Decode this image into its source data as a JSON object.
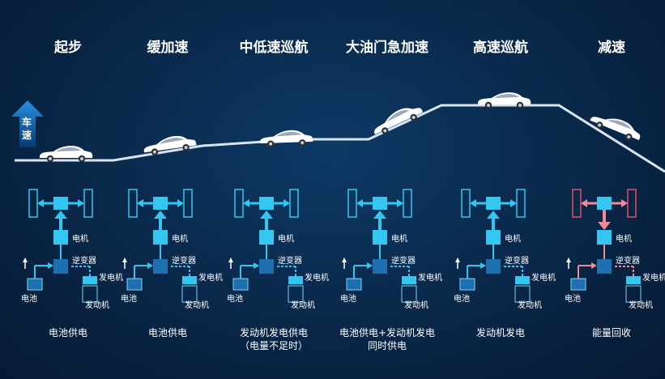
{
  "speed_label": "车速",
  "component_labels": {
    "motor": "电机",
    "inverter": "逆变器",
    "generator": "发电机",
    "battery": "电池",
    "engine": "发动机"
  },
  "modes": [
    {
      "title": "起步",
      "description": "电池供电",
      "regen": false
    },
    {
      "title": "缓加速",
      "description": "电池供电",
      "regen": false
    },
    {
      "title": "中低速巡航",
      "description": "发动机发电供电\n（电量不足时）",
      "regen": false
    },
    {
      "title": "大油门急加速",
      "description": "电池供电+发动机发电\n同时供电",
      "regen": false
    },
    {
      "title": "高速巡航",
      "description": "发动机发电",
      "regen": false
    },
    {
      "title": "减速",
      "description": "能量回收",
      "regen": true
    }
  ],
  "colors": {
    "background": "#0a2a4d",
    "accent": "#33c6f0",
    "regen": "#f08a9a",
    "road": "#d9e4f0"
  }
}
